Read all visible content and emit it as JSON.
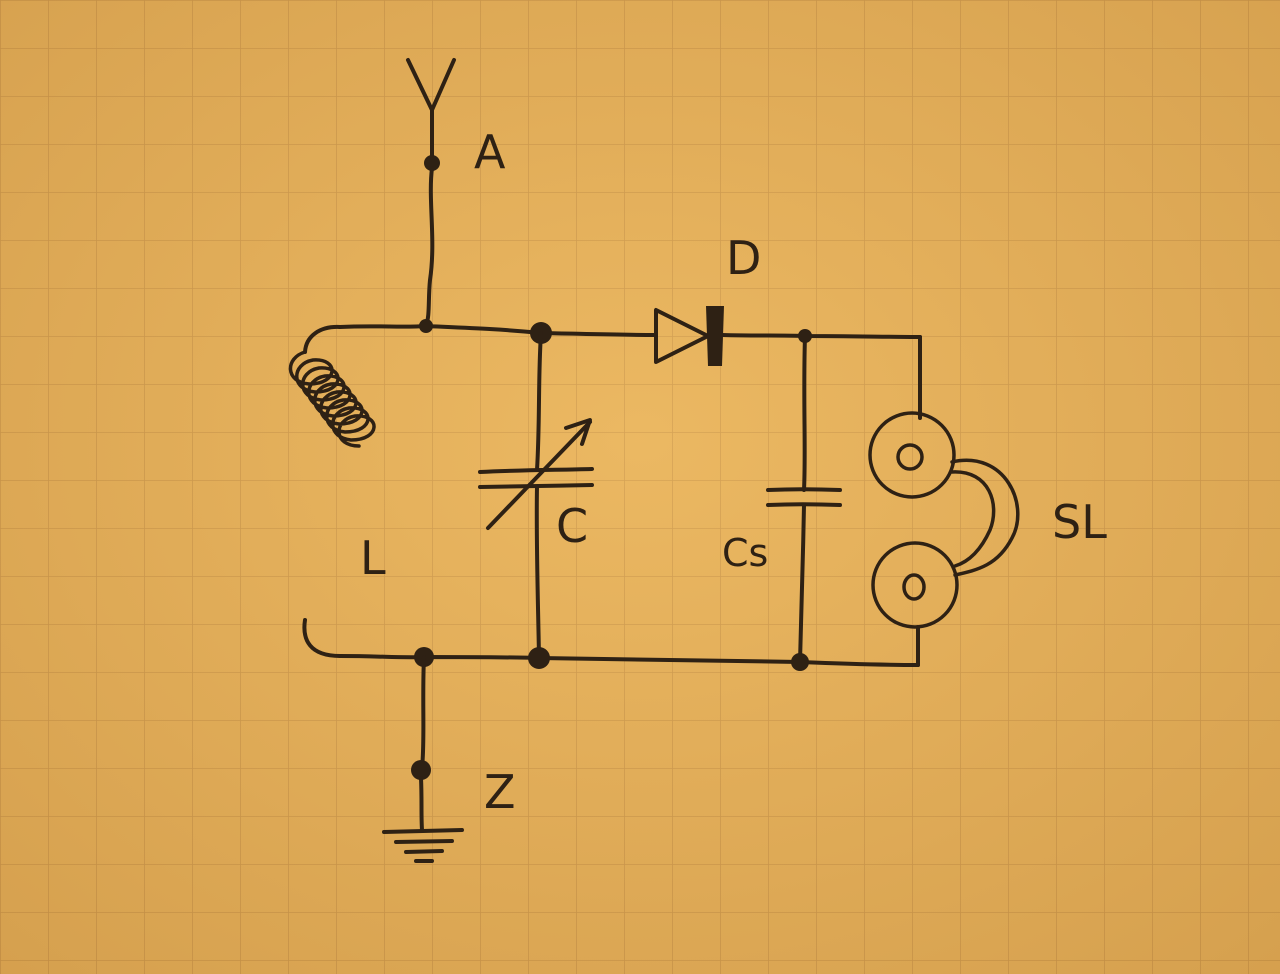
{
  "labels": {
    "antenna": "A",
    "diode": "D",
    "coil": "L",
    "variable_capacitor": "C",
    "filter_capacitor": "Cs",
    "headphones": "SL",
    "ground": "Z"
  },
  "colors": {
    "paper": "#e9b45e",
    "grid": "#c9954d",
    "ink": "#2e2114"
  }
}
